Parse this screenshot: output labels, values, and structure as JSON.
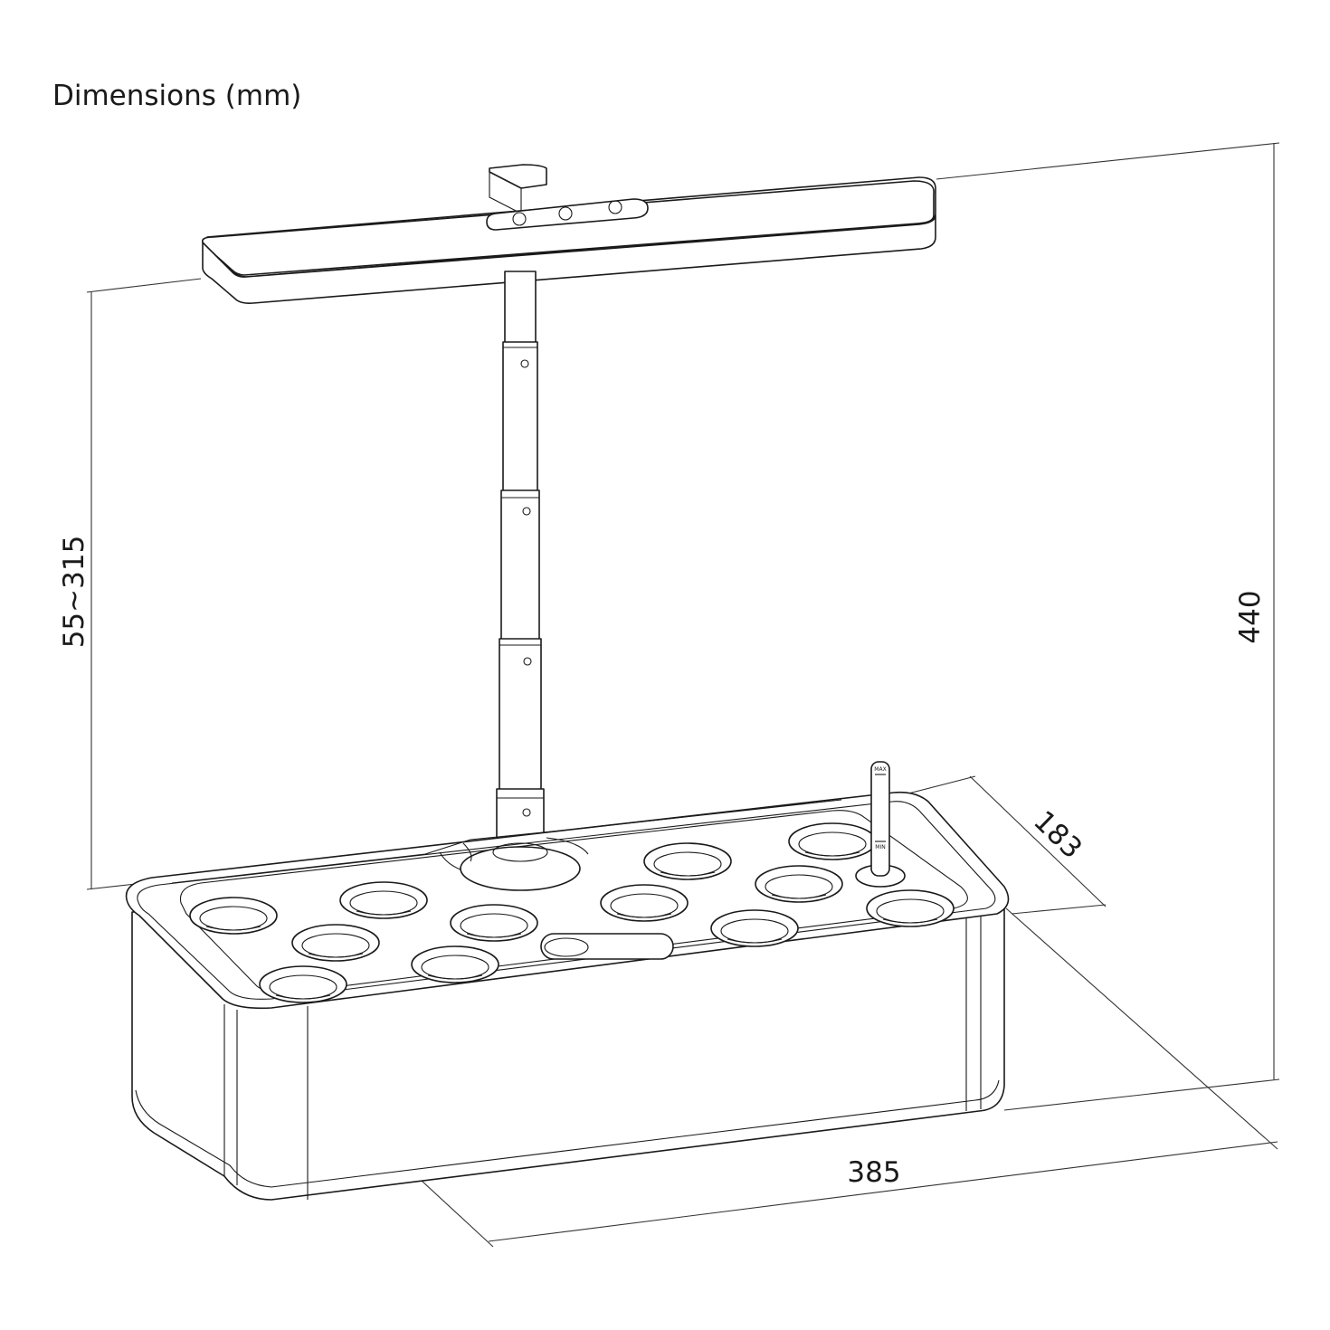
{
  "title": "Dimensions (mm)",
  "dimensions": {
    "lamp_height_range": "55~315",
    "total_height": "440",
    "depth": "183",
    "length": "385"
  },
  "control_panel": {
    "button_icons": [
      "power-icon",
      "plant-mode-icon",
      "timer-icon"
    ]
  },
  "water_gauge": {
    "max_label": "MAX",
    "min_label": "MIN"
  }
}
